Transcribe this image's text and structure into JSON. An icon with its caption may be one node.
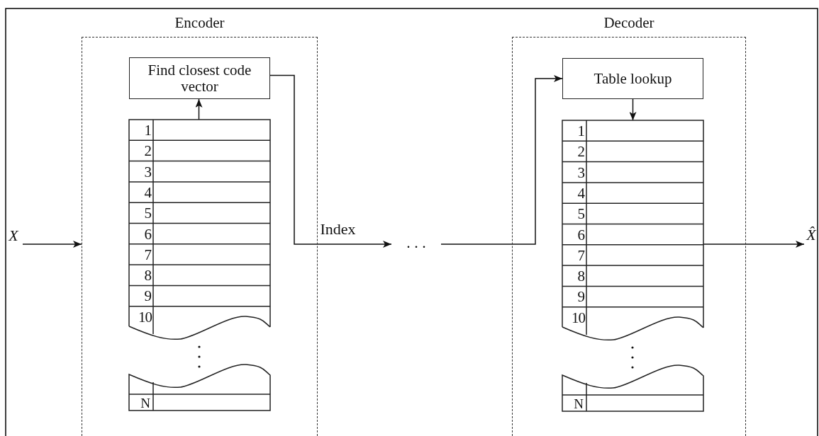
{
  "diagram": {
    "nodes": [
      {
        "text": [
          "X"
        ]
      },
      {
        "text": [
          "Encoder"
        ]
      },
      {
        "text": [
          "Find closest code vector"
        ],
        "in": 1
      },
      {
        "text": [
          "1",
          "2",
          "3",
          "4",
          "5",
          "6",
          "7",
          "8",
          "9",
          "10",
          "N"
        ],
        "in": 1
      },
      {
        "text": [
          ". . ."
        ]
      },
      {
        "text": [
          "Decoder"
        ]
      },
      {
        "text": [
          "Table lookup"
        ],
        "in": 5
      },
      {
        "text": [
          "1",
          "2",
          "3",
          "4",
          "5",
          "6",
          "7",
          "8",
          "9",
          "10",
          "N"
        ],
        "in": 5
      },
      {
        "text": [
          "X̂"
        ]
      }
    ],
    "edges": [
      {
        "from": 0,
        "to": 1,
        "arrow": "to"
      },
      {
        "from": 3,
        "to": 2,
        "arrow": "to"
      },
      {
        "from": 2,
        "to": 4,
        "arrow": "to",
        "label": "Index"
      },
      {
        "from": 4,
        "to": 6,
        "arrow": "to"
      },
      {
        "from": 6,
        "to": 7,
        "arrow": "to"
      },
      {
        "from": 7,
        "to": 8,
        "arrow": "to"
      }
    ]
  }
}
